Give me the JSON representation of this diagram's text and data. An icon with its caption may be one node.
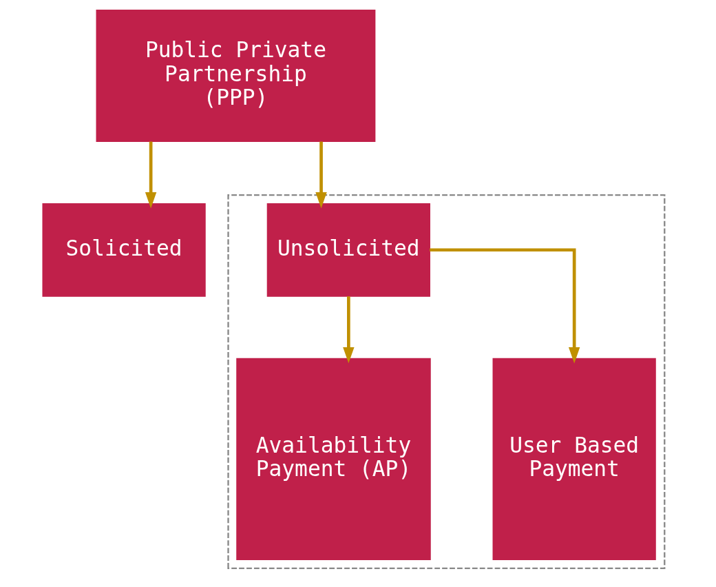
{
  "diagram": {
    "nodes": [
      {
        "text": [
          "Public Private Partnership (PPP)"
        ]
      },
      {
        "text": [
          "Solicited"
        ]
      },
      {
        "text": [],
        "shape": "box"
      },
      {
        "text": [
          "Unsolicited"
        ],
        "in": 2
      },
      {
        "text": [
          "Availability Payment (AP)"
        ],
        "in": 2
      },
      {
        "text": [
          "User Based Payment"
        ],
        "in": 2
      }
    ],
    "edges": [
      {
        "from": 0,
        "to": 1,
        "arrow": "to"
      },
      {
        "from": 0,
        "to": 3,
        "arrow": "to"
      },
      {
        "from": 3,
        "to": 4,
        "arrow": "to"
      },
      {
        "from": 3,
        "to": 5,
        "arrow": "to"
      }
    ]
  }
}
